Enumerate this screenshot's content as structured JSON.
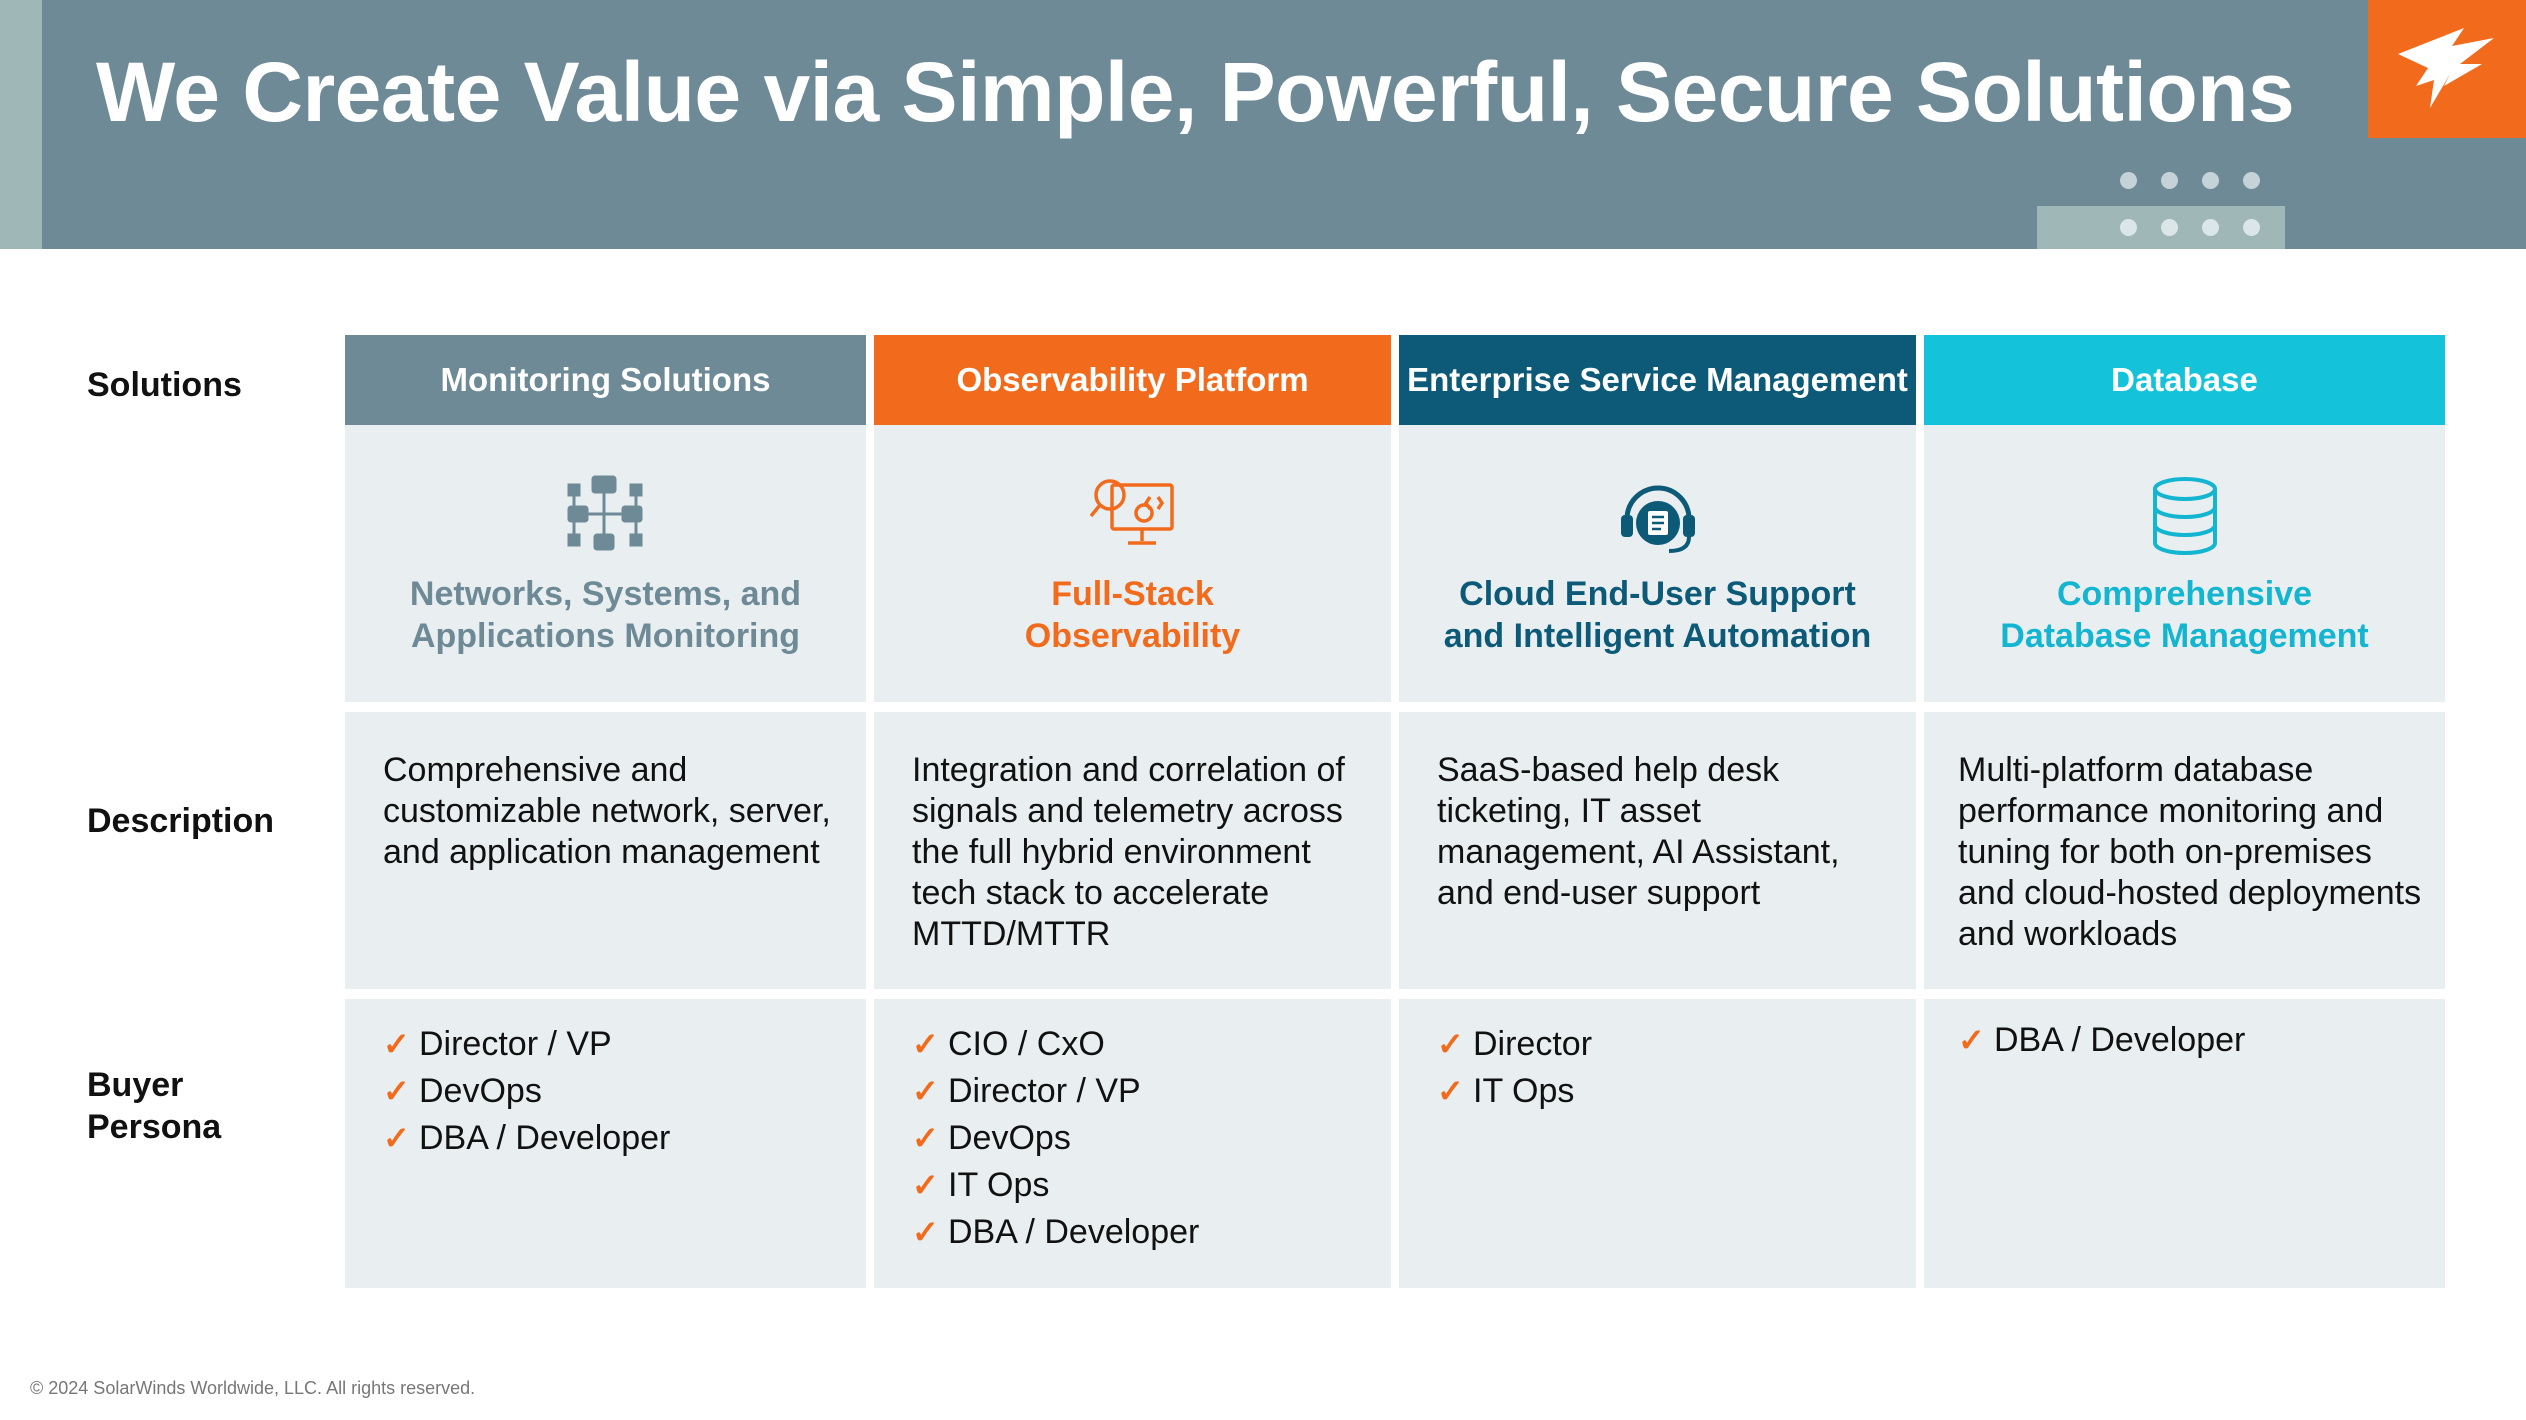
{
  "slide": {
    "title": "We Create Value via Simple, Powerful, Secure Solutions",
    "footer": "© 2024 SolarWinds Worldwide, LLC. All rights reserved."
  },
  "row_labels": {
    "solutions": "Solutions",
    "description": "Description",
    "buyer_persona_line1": "Buyer",
    "buyer_persona_line2": "Persona"
  },
  "columns": [
    {
      "header": "Monitoring Solutions",
      "header_color": "#6e8a97",
      "icon": "network-topology-icon",
      "solution_line1": "Networks, Systems, and",
      "solution_line2": "Applications Monitoring",
      "solution_color": "#6e8a97",
      "description": "Comprehensive and customizable network, server, and application management",
      "personas": [
        "Director / VP",
        "DevOps",
        "DBA / Developer"
      ]
    },
    {
      "header": "Observability Platform",
      "header_color": "#f26b1d",
      "icon": "observability-monitor-icon",
      "solution_line1": "Full-Stack",
      "solution_line2": "Observability",
      "solution_color": "#f26b1d",
      "description": "Integration and correlation of signals and telemetry across the full hybrid environment tech stack to accelerate MTTD/MTTR",
      "personas": [
        "CIO / CxO",
        "Director / VP",
        "DevOps",
        "IT Ops",
        "DBA / Developer"
      ]
    },
    {
      "header": "Enterprise Service Management",
      "header_color": "#0d5a78",
      "icon": "headset-support-icon",
      "solution_line1": "Cloud End-User Support",
      "solution_line2": "and Intelligent Automation",
      "solution_color": "#0d5a78",
      "description": "SaaS-based help desk ticketing, IT asset management, AI Assistant, and end-user support",
      "personas": [
        "Director",
        "IT Ops"
      ]
    },
    {
      "header": "Database",
      "header_color": "#14c3d9",
      "icon": "database-icon",
      "solution_line1": "Comprehensive",
      "solution_line2": "Database Management",
      "solution_color": "#14b5d0",
      "description": "Multi-platform database performance monitoring and tuning for both on-premises and cloud-hosted deployments and workloads",
      "personas": [
        "DBA / Developer"
      ]
    }
  ],
  "colors": {
    "header_bg": "#6e8a97",
    "accent_orange": "#f26b1d",
    "cell_bg": "#e9eff0"
  }
}
